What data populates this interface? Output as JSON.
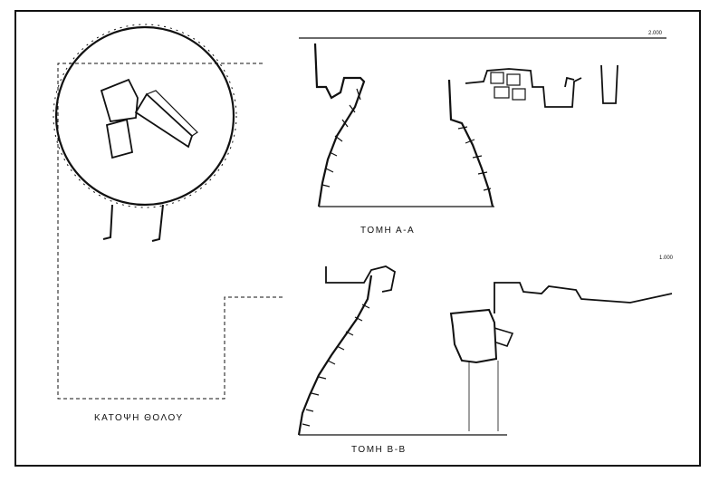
{
  "labels": {
    "plan": "ΚΑΤΟΨΗ ΘΟΛΟΥ",
    "section_aa": "ΤΟΜΗ  Α-Α",
    "section_bb": "ΤΟΜΗ  Β-Β",
    "scale_top": "2.000",
    "scale_bottom": "1.000"
  }
}
